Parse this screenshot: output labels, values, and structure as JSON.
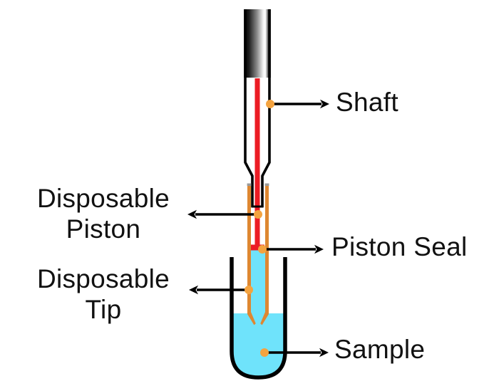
{
  "diagram": {
    "subject": "positive-displacement-pipette-in-sample-tube",
    "labels": {
      "shaft": "Shaft",
      "disposable_piston": "Disposable Piston",
      "piston_seal": "Piston Seal",
      "disposable_tip": "Disposable Tip",
      "sample": "Sample"
    },
    "colors": {
      "outline_black": "#000000",
      "piston_rod_red": "#EC1C24",
      "tip_wall_orange": "#DE8731",
      "tip_cap_gray": "#9A9A9A",
      "liquid_cyan": "#6FE3FB",
      "callout_dot_orange": "#F4A340",
      "shaft_metal_dark": "#000000",
      "shaft_metal_highlight": "#FFFFFF",
      "label_text": "#111111"
    }
  }
}
